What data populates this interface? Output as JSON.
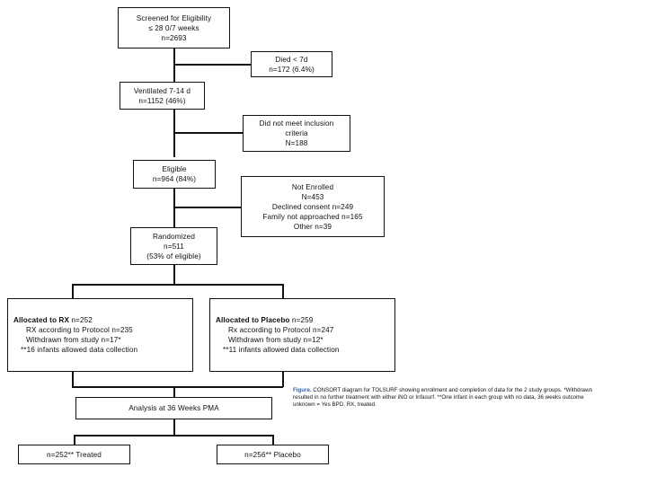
{
  "diagram": {
    "type": "consort-flow-diagram",
    "nodes": {
      "screened": {
        "lines": [
          "Screened for Eligibility",
          "≤ 28 0/7 weeks",
          "n=2693"
        ]
      },
      "died": {
        "lines": [
          "Died < 7d",
          "n=172 (6.4%)"
        ]
      },
      "ventilated": {
        "lines": [
          "Ventilated 7-14 d",
          "n=1152 (46%)"
        ]
      },
      "not_meet_inclusion": {
        "lines": [
          "Did not meet inclusion",
          "criteria",
          "N=188"
        ]
      },
      "eligible": {
        "lines": [
          "Eligible",
          "n=964 (84%)"
        ]
      },
      "not_enrolled": {
        "lines": [
          "Not Enrolled",
          "N=453",
          "Declined consent n=249",
          "Family not approached n=165",
          "Other n=39"
        ]
      },
      "randomized": {
        "lines": [
          "Randomized",
          "n=511",
          "(53% of eligible)"
        ]
      },
      "allocated_rx": {
        "head": "Allocated to RX",
        "head_value": " n=252",
        "lines": [
          "RX according to Protocol n=235",
          "Withdrawn from study   n=17*",
          "**16 infants allowed data collection"
        ]
      },
      "allocated_placebo": {
        "head": "Allocated to Placebo",
        "head_value": " n=259",
        "lines": [
          "Rx according to Protocol n=247",
          "Withdrawn from study   n=12*",
          "**11 infants allowed data collection"
        ]
      },
      "analysis": {
        "lines": [
          "Analysis at 36 Weeks PMA"
        ]
      },
      "treated_outcome": {
        "lines": [
          "n=252** Treated"
        ]
      },
      "placebo_outcome": {
        "lines": [
          "n=256** Placebo"
        ]
      }
    },
    "caption": {
      "figure_word": "Figure.",
      "line1": " CONSORT diagram for TOLSURF showing enrollment and completion of data for the 2 study groups. *Withdrawn",
      "line2": "resulted in no further treatment with either iNO or Infasurf. **One infant in each group with no data, 36 weeks outcome",
      "line3": "unknown = Yes BPD. RX, treated."
    },
    "colors": {
      "line": "#111111",
      "box_border": "#111111",
      "background": "#ffffff",
      "caption_accent": "#2b5ca8"
    }
  }
}
